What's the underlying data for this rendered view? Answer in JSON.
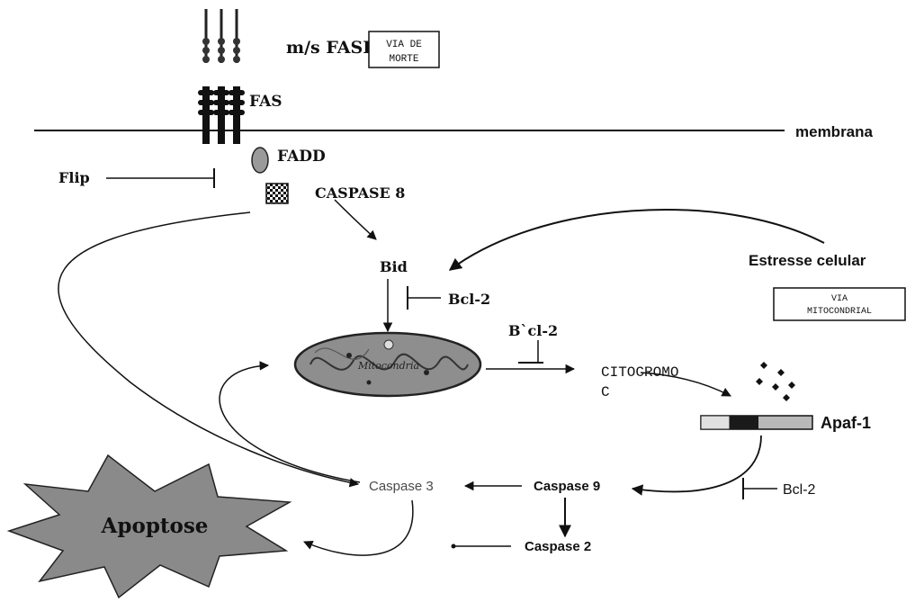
{
  "colors": {
    "ink": "#111111",
    "gray_text": "#4a4a4a",
    "mito_fill": "#8e8e8e",
    "mito_outline": "#222222",
    "burst_fill": "#8a8a8a"
  },
  "receptor": {
    "ligand_label": "m/s FASL",
    "via_morte_line1": "VIA DE",
    "via_morte_line2": "MORTE",
    "fas_label": "FAS",
    "membrane_label": "membrana"
  },
  "adaptor": {
    "fadd_label": "FADD",
    "caspase8_label": "CASPASE 8",
    "flip_label": "Flip"
  },
  "mitochondrial": {
    "bid_label": "Bid",
    "bcl2_bid_label": "Bcl-2",
    "bcl2_mito_label": "B`cl-2",
    "mito_label": "Mitocondria",
    "stress_label": "Estresse celular",
    "via_mito_line1": "VIA",
    "via_mito_line2": "MITOCONDRIAL",
    "cyto_line1": "CITOCROMO",
    "cyto_line2": "C",
    "apaf_label": "Apaf-1"
  },
  "caspases": {
    "caspase3": "Caspase 3",
    "caspase9": "Caspase 9",
    "caspase2": "Caspase 2",
    "bcl2_c9_label": "Bcl-2"
  },
  "outcome": {
    "apoptose_label": "Apoptose"
  }
}
